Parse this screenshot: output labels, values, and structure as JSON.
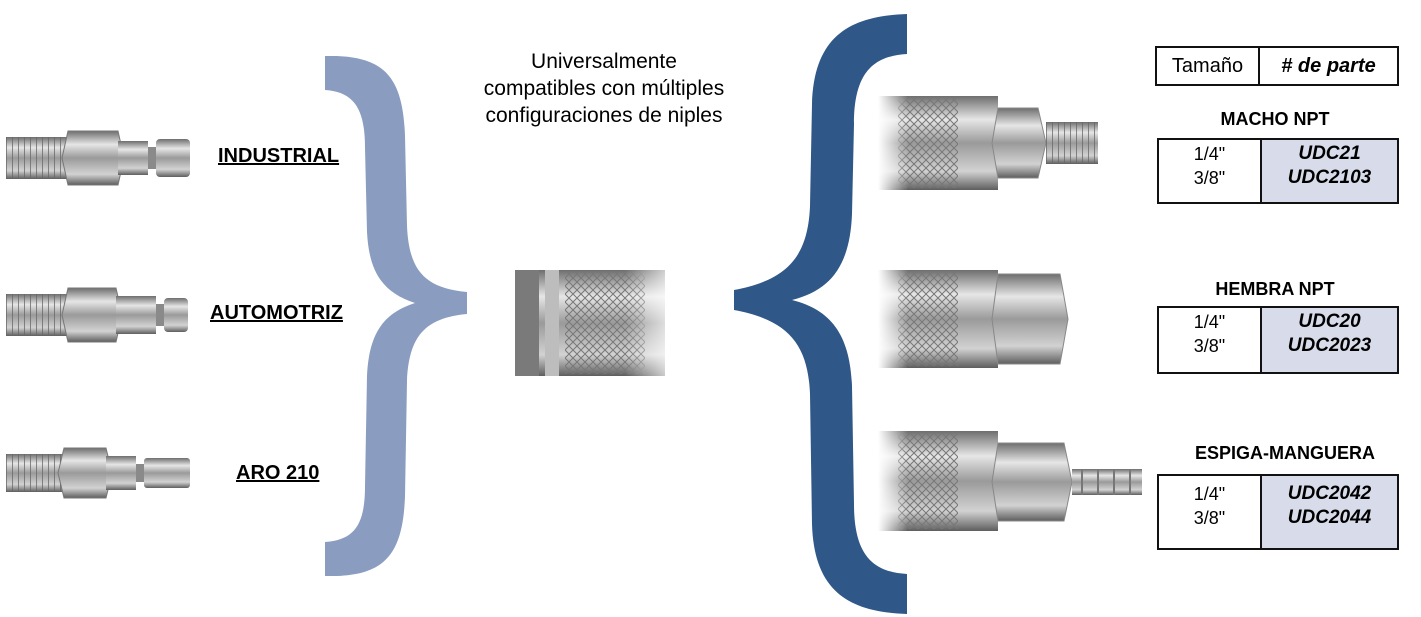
{
  "plugs": [
    {
      "label": "INDUSTRIAL"
    },
    {
      "label": "AUTOMOTRIZ"
    },
    {
      "label": "ARO 210"
    }
  ],
  "center_text": [
    "Universalmente",
    "compatibles con múltiples",
    "configuraciones de niples"
  ],
  "table_header": {
    "size": "Tamaño",
    "part": "# de parte"
  },
  "groups": [
    {
      "title": "MACHO NPT",
      "sizes": [
        "1/4\"",
        "3/8\""
      ],
      "parts": [
        "UDC21",
        "UDC2103"
      ]
    },
    {
      "title": "HEMBRA NPT",
      "sizes": [
        "1/4\"",
        "3/8\""
      ],
      "parts": [
        "UDC20",
        "UDC2023"
      ]
    },
    {
      "title": "ESPIGA-MANGUERA",
      "sizes": [
        "1/4\"",
        "3/8\""
      ],
      "parts": [
        "UDC2042",
        "UDC2044"
      ]
    }
  ],
  "colors": {
    "left_brace": "#8a9dc0",
    "right_brace": "#2f5788",
    "part_cell": "#d8dcea"
  }
}
